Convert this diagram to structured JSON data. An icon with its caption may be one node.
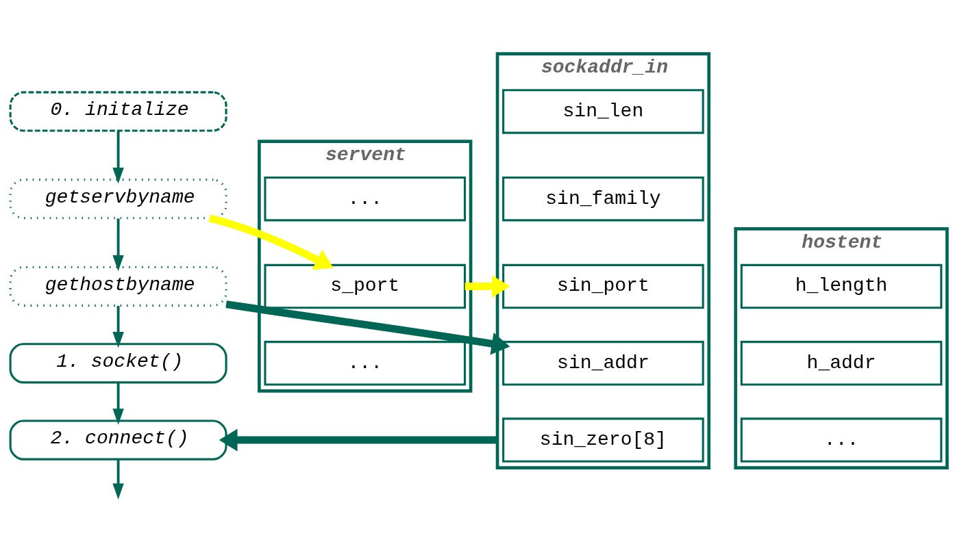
{
  "diagram": {
    "nodes": [
      {
        "text": [
          "0. initalize"
        ]
      },
      {
        "text": [
          "getservbyname"
        ]
      },
      {
        "text": [
          "gethostbyname"
        ]
      },
      {
        "text": [
          "1. socket()"
        ]
      },
      {
        "text": [
          "2. connect()"
        ]
      },
      {
        "text": [
          "servent"
        ]
      },
      {
        "text": [
          "..."
        ],
        "in": 5
      },
      {
        "text": [
          "s_port"
        ],
        "in": 5
      },
      {
        "text": [
          "..."
        ],
        "in": 5
      },
      {
        "text": [
          "hostent"
        ]
      },
      {
        "text": [
          "h_length"
        ],
        "in": 9
      },
      {
        "text": [
          "h_addr"
        ],
        "in": 9
      },
      {
        "text": [
          "..."
        ],
        "in": 9
      },
      {
        "text": [
          "sockaddr_in"
        ]
      },
      {
        "text": [
          "sin_len"
        ],
        "in": 13
      },
      {
        "text": [
          "sin_family"
        ],
        "in": 13
      },
      {
        "text": [
          "sin_port"
        ],
        "in": 13
      },
      {
        "text": [
          "sin_addr"
        ],
        "in": 13
      },
      {
        "text": [
          "sin_zero[8]"
        ],
        "in": 13
      }
    ],
    "edges": [
      {
        "from": 0,
        "to": 1,
        "arrow": "to"
      },
      {
        "from": 1,
        "to": 2,
        "arrow": "to"
      },
      {
        "from": 2,
        "to": 3,
        "arrow": "to"
      },
      {
        "from": 3,
        "to": 4,
        "arrow": "to"
      },
      {
        "from": 4,
        "to": null,
        "arrow": "to"
      },
      {
        "from": 1,
        "to": 7,
        "arrow": "to",
        "style": "thick",
        "color": "#ffff00"
      },
      {
        "from": 7,
        "to": 16,
        "arrow": "to",
        "style": "thick",
        "color": "#ffff00"
      },
      {
        "from": 2,
        "to": 17,
        "arrow": "to",
        "style": "thick"
      },
      {
        "from": 13,
        "to": 4,
        "arrow": "to",
        "style": "thick"
      }
    ]
  }
}
